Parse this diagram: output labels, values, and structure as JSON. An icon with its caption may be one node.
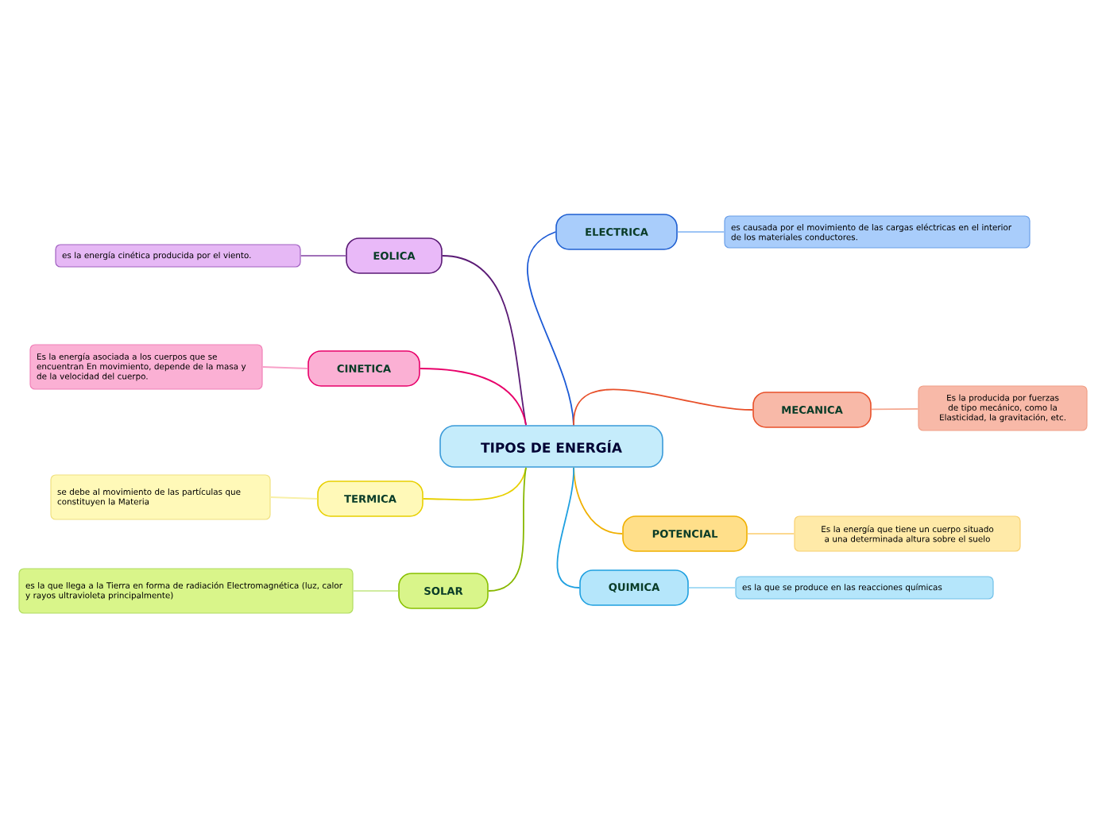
{
  "diagram": {
    "nodes": [
      {
        "text": [
          "TIPOS DE ENERGÍA"
        ]
      },
      {
        "text": [
          "ELECTRICA"
        ]
      },
      {
        "text": [
          "es causada por el movimiento de las cargas eléctricas en el interior de los materiales conductores."
        ]
      },
      {
        "text": [
          "EOLICA"
        ]
      },
      {
        "text": [
          "es la energía cinética producida por el viento."
        ]
      },
      {
        "text": [
          "MECANICA"
        ]
      },
      {
        "text": [
          "Es la producida por fuerzas de tipo mecánico, como la Elasticidad, la gravitación, etc."
        ]
      },
      {
        "text": [
          "CINETICA"
        ]
      },
      {
        "text": [
          "Es la energía asociada a los cuerpos que se encuentran En movimiento, depende de la masa y de la velocidad del cuerpo."
        ]
      },
      {
        "text": [
          "TERMICA"
        ]
      },
      {
        "text": [
          "se debe al movimiento de las partículas que constituyen la Materia"
        ]
      },
      {
        "text": [
          "POTENCIAL"
        ]
      },
      {
        "text": [
          "Es la energía que tiene un cuerpo situado a una determinada altura sobre el suelo"
        ]
      },
      {
        "text": [
          "SOLAR"
        ]
      },
      {
        "text": [
          "es la que llega a la Tierra en forma de radiación Electromagnética (luz, calor y rayos ultravioleta principalmente)"
        ]
      },
      {
        "text": [
          "QUIMICA"
        ]
      },
      {
        "text": [
          "es la que se produce en las reacciones químicas"
        ]
      }
    ],
    "edges": [
      {
        "from": 0,
        "to": 1,
        "arrow": "none",
        "color": "#1c5ad6"
      },
      {
        "from": 1,
        "to": 2,
        "arrow": "none",
        "color": "#9cc4f5"
      },
      {
        "from": 0,
        "to": 3,
        "arrow": "none",
        "color": "#5a1a75"
      },
      {
        "from": 3,
        "to": 4,
        "arrow": "none",
        "color": "#a070b8"
      },
      {
        "from": 0,
        "to": 5,
        "arrow": "none",
        "color": "#e8502a"
      },
      {
        "from": 5,
        "to": 6,
        "arrow": "none",
        "color": "#f5a890"
      },
      {
        "from": 0,
        "to": 7,
        "arrow": "none",
        "color": "#e8006a"
      },
      {
        "from": 7,
        "to": 8,
        "arrow": "none",
        "color": "#f8a0c8"
      },
      {
        "from": 0,
        "to": 9,
        "arrow": "none",
        "color": "#e8d000"
      },
      {
        "from": 9,
        "to": 10,
        "arrow": "none",
        "color": "#f8f0a8"
      },
      {
        "from": 0,
        "to": 11,
        "arrow": "none",
        "color": "#f0b000"
      },
      {
        "from": 11,
        "to": 12,
        "arrow": "none",
        "color": "#fcd890"
      },
      {
        "from": 0,
        "to": 13,
        "arrow": "none",
        "color": "#88b800"
      },
      {
        "from": 13,
        "to": 14,
        "arrow": "none",
        "color": "#d0eca0"
      },
      {
        "from": 0,
        "to": 15,
        "arrow": "none",
        "color": "#1fa0e0"
      },
      {
        "from": 15,
        "to": 16,
        "arrow": "none",
        "color": "#a8dcf5"
      }
    ]
  }
}
